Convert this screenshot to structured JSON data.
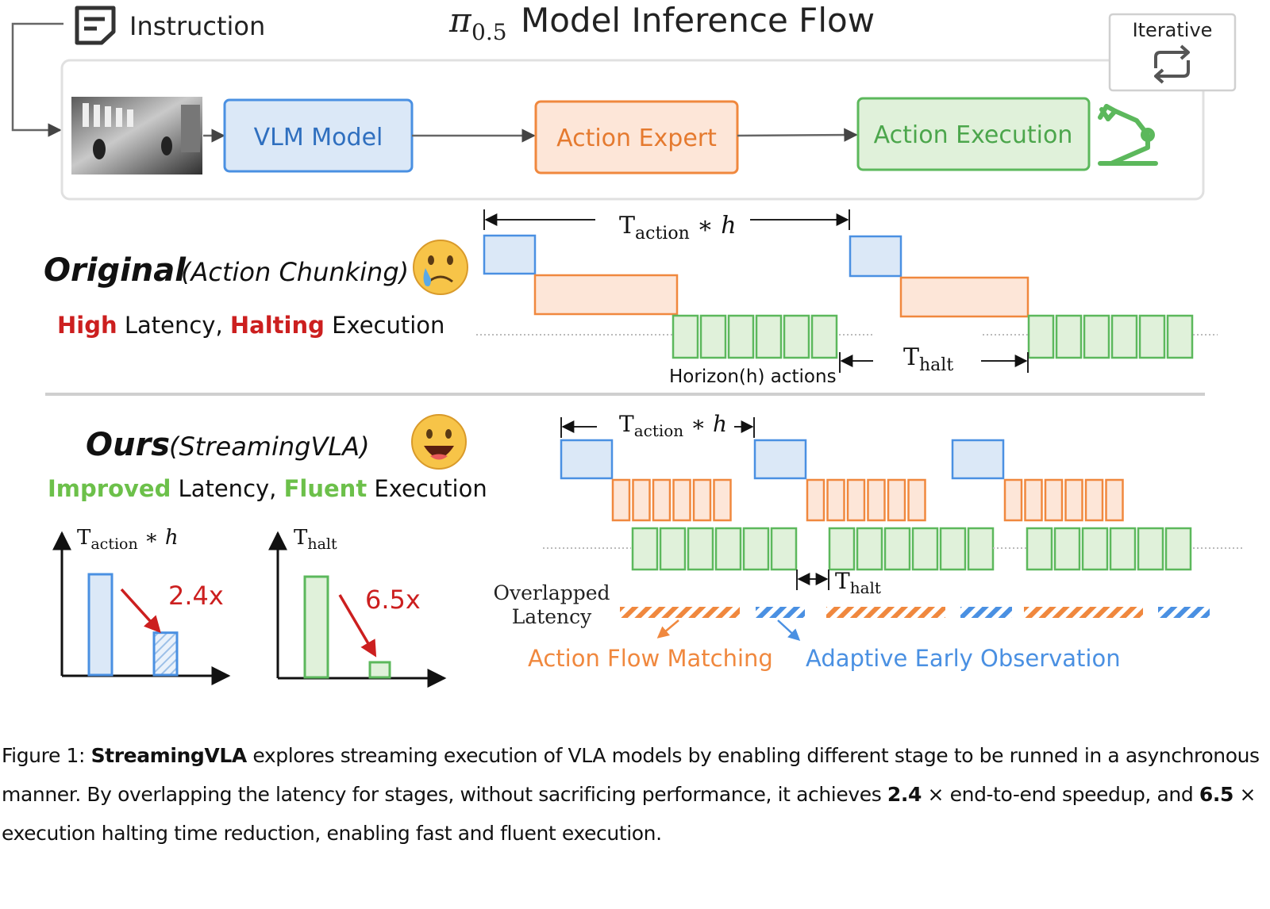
{
  "figure": {
    "instruction_label": "Instruction",
    "title_symbol": "π",
    "title_subscript": "0.5",
    "title_text": "Model Inference Flow",
    "iterative_label": "Iterative",
    "pipeline": {
      "vlm": "VLM Model",
      "expert": "Action Expert",
      "execution": "Action Execution"
    },
    "original": {
      "title": "Original",
      "subtitle": "(Action Chunking)",
      "status_w1": "High",
      "status_w2": " Latency, ",
      "status_w3": "Halting",
      "status_w4": " Execution",
      "t_action_main": "T",
      "t_action_sub": "action",
      "t_action_tail": " ∗ h",
      "t_halt_main": "T",
      "t_halt_sub": "halt",
      "horizon_label": "Horizon(h) actions"
    },
    "ours": {
      "title": "Ours",
      "subtitle": "(StreamingVLA)",
      "status_w1": "Improved",
      "status_w2": " Latency, ",
      "status_w3": "Fluent",
      "status_w4": " Execution",
      "t_action_main": "T",
      "t_action_sub": "action",
      "t_action_tail": " ∗ h",
      "t_halt_main": "T",
      "t_halt_sub": "halt",
      "overlapped_line1": "Overlapped",
      "overlapped_line2": "Latency",
      "legend_afm": "Action Flow Matching",
      "legend_aeo": "Adaptive Early Observation"
    },
    "speedup_charts": [
      {
        "axis_main": "T",
        "axis_sub": "action",
        "axis_tail": " ∗ h",
        "factor": "2.4x",
        "before": 1.0,
        "after": 0.42
      },
      {
        "axis_main": "T",
        "axis_sub": "halt",
        "axis_tail": "",
        "factor": "6.5x",
        "before": 1.0,
        "after": 0.15
      }
    ],
    "colors": {
      "vlm": "#4a90e2",
      "vlm_fill": "#dbe8f7",
      "expert": "#f0883e",
      "expert_fill": "#fde6d8",
      "exec": "#5cb85c",
      "exec_fill": "#e0f1da",
      "red": "#cc1f1f",
      "green_text": "#6cc04a",
      "legend_orange": "#f0883e",
      "legend_blue": "#4a90e2"
    }
  },
  "caption": {
    "label": "Figure 1: ",
    "name": "StreamingVLA",
    "text1": " explores streaming execution of VLA models by enabling different stage to be runned in a asynchronous manner. By overlapping the latency for stages, without sacrificing performance, it achieves ",
    "speedup": "2.4",
    "times1": " × ",
    "text2": "end-to-end speedup, and ",
    "halt_reduction": "6.5",
    "times2": " × ",
    "text3": "execution halting time reduction, enabling fast and fluent execution."
  }
}
